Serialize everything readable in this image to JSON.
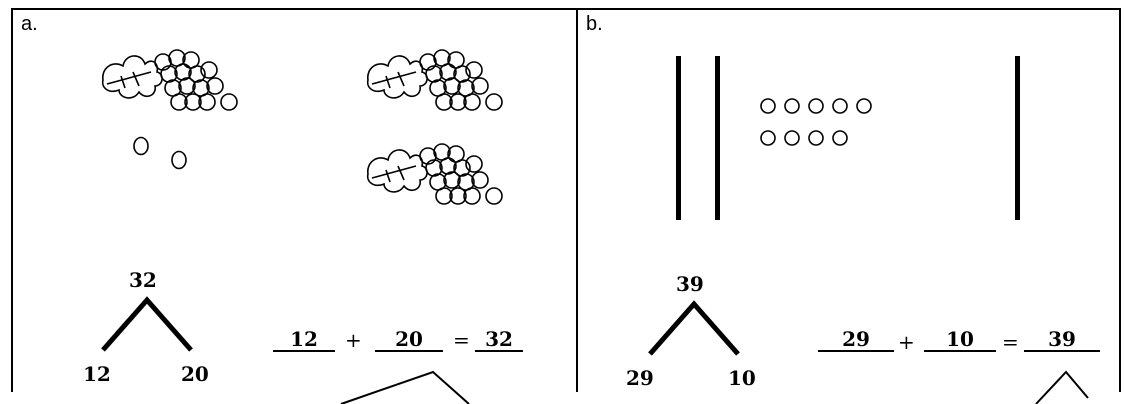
{
  "panel_a": {
    "label": "a.",
    "bond": {
      "whole": "32",
      "part_left": "12",
      "part_right": "20"
    },
    "equation": {
      "addend1": "12",
      "plus": "+",
      "addend2": "20",
      "equals": "=",
      "sum": "32"
    }
  },
  "panel_b": {
    "label": "b.",
    "bond": {
      "whole": "39",
      "part_left": "29",
      "part_right": "10"
    },
    "equation": {
      "addend1": "29",
      "plus": "+",
      "addend2": "10",
      "equals": "=",
      "sum": "39"
    }
  }
}
